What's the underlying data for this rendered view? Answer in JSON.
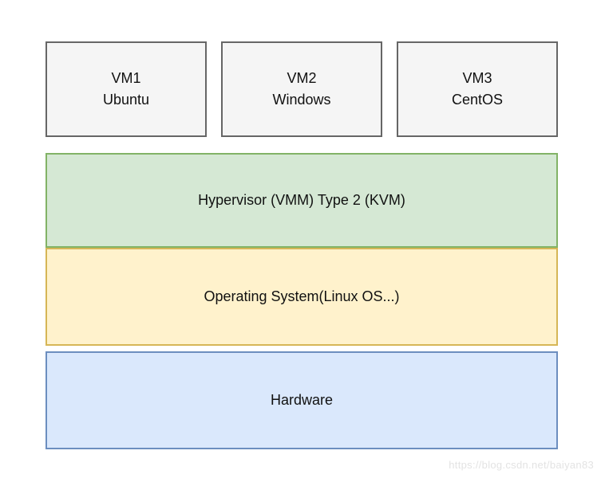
{
  "vms": [
    {
      "line1": "VM1",
      "line2": "Ubuntu"
    },
    {
      "line1": "VM2",
      "line2": "Windows"
    },
    {
      "line1": "VM3",
      "line2": "CentOS"
    }
  ],
  "layers": [
    {
      "label": "Hypervisor (VMM) Type 2 (KVM)",
      "fill": "#d5e8d4",
      "border": "#82b366"
    },
    {
      "label": "Operating System(Linux OS...)",
      "fill": "#fff2cc",
      "border": "#d6b656"
    },
    {
      "label": "Hardware",
      "fill": "#dae8fc",
      "border": "#6c8ebf"
    }
  ],
  "vm_style": {
    "fill": "#f5f5f5",
    "border": "#666666"
  },
  "watermark": "https://blog.csdn.net/baiyan83"
}
